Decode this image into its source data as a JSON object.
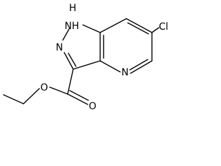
{
  "molecule": {
    "atoms": {
      "nh": "NH",
      "h": "H",
      "n_pyrazole": "N",
      "n_pyridine": "N",
      "cl": "Cl",
      "o_ester": "O",
      "o_carbonyl": "O"
    }
  }
}
